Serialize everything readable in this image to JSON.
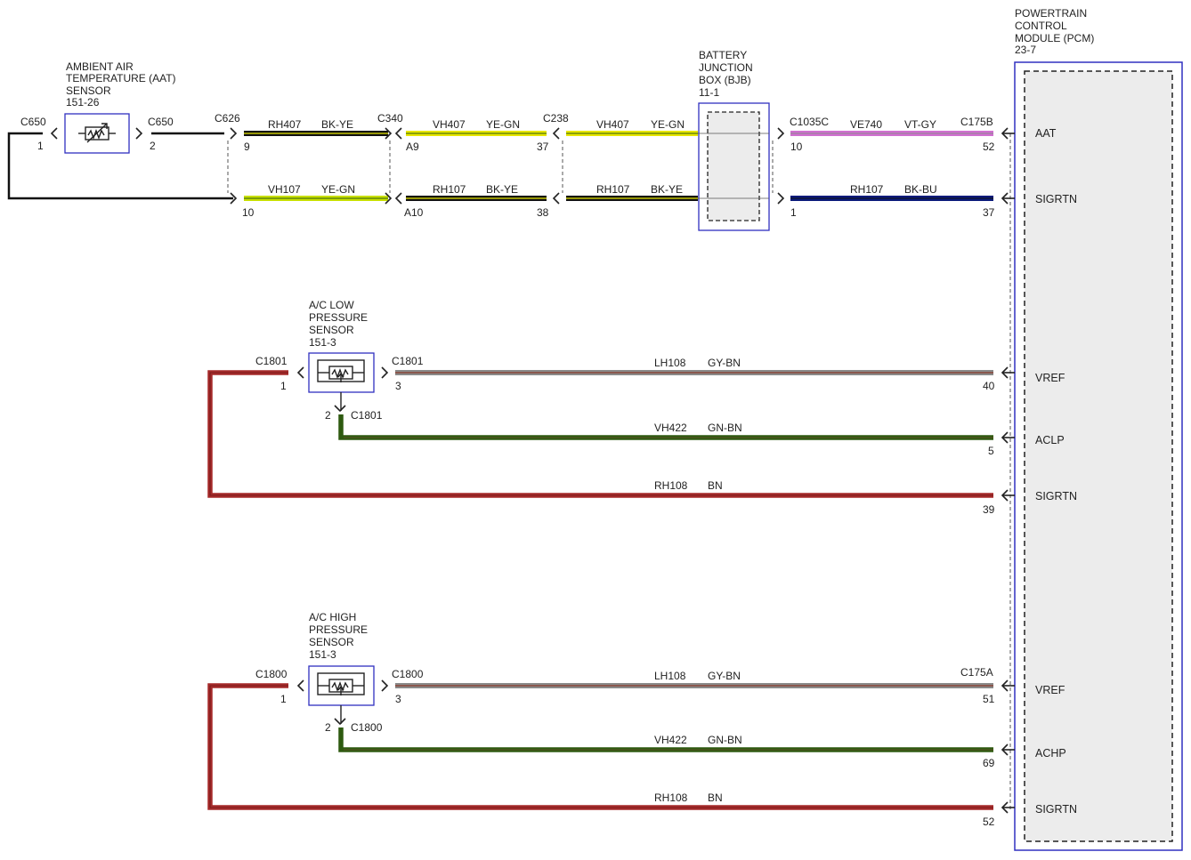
{
  "components": {
    "aat_sensor": [
      "AMBIENT AIR",
      "TEMPERATURE (AAT)",
      "SENSOR",
      "151-26"
    ],
    "bjb": [
      "BATTERY",
      "JUNCTION",
      "BOX (BJB)",
      "11-1"
    ],
    "pcm": [
      "POWERTRAIN",
      "CONTROL",
      "MODULE (PCM)",
      "23-7"
    ],
    "ac_low": [
      "A/C LOW",
      "PRESSURE",
      "SENSOR",
      "151-3"
    ],
    "ac_high": [
      "A/C HIGH",
      "PRESSURE",
      "SENSOR",
      "151-3"
    ]
  },
  "connectors": {
    "c650_left": "C650",
    "c650_left_pin": "1",
    "c650_right": "C650",
    "c650_right_pin": "2",
    "c626": "C626",
    "c626_pin_top": "9",
    "c626_pin_bottom": "10",
    "c340": "C340",
    "c340_pin_top": "A9",
    "c340_pin_bottom": "A10",
    "c238": "C238",
    "c238_pin_top": "37",
    "c238_pin_bottom": "38",
    "c1035c": "C1035C",
    "c1035c_pin_top": "10",
    "c1035c_pin_bottom": "1",
    "c175b": "C175B",
    "c175b_pin_top": "52",
    "c175b_pin_bottom": "37",
    "c1801_left": "C1801",
    "c1801_left_pin": "1",
    "c1801_right": "C1801",
    "c1801_right_pin": "3",
    "c1801_bottom": "C1801",
    "c1801_bottom_pin": "2",
    "c1800_left": "C1800",
    "c1800_left_pin": "1",
    "c1800_right": "C1800",
    "c1800_right_pin": "3",
    "c1800_bottom": "C1800",
    "c1800_bottom_pin": "2",
    "c175a": "C175A"
  },
  "circuits": [
    {
      "id": "RH407",
      "color": "BK-YE"
    },
    {
      "id": "VH407",
      "color": "YE-GN"
    },
    {
      "id": "VH407",
      "color": "YE-GN"
    },
    {
      "id": "VE740",
      "color": "VT-GY"
    },
    {
      "id": "VH107",
      "color": "YE-GN"
    },
    {
      "id": "RH107",
      "color": "BK-YE"
    },
    {
      "id": "RH107",
      "color": "BK-YE"
    },
    {
      "id": "RH107",
      "color": "BK-BU"
    },
    {
      "id": "LH108",
      "color": "GY-BN"
    },
    {
      "id": "VH422",
      "color": "GN-BN"
    },
    {
      "id": "RH108",
      "color": "BN"
    },
    {
      "id": "LH108",
      "color": "GY-BN"
    },
    {
      "id": "VH422",
      "color": "GN-BN"
    },
    {
      "id": "RH108",
      "color": "BN"
    }
  ],
  "pcm_pins": [
    {
      "signal": "AAT",
      "pin": "52"
    },
    {
      "signal": "SIGRTN",
      "pin": "37"
    },
    {
      "signal": "VREF",
      "pin": "40"
    },
    {
      "signal": "ACLP",
      "pin": "5"
    },
    {
      "signal": "SIGRTN",
      "pin": "39"
    },
    {
      "signal": "VREF",
      "pin": "51"
    },
    {
      "signal": "ACHP",
      "pin": "69"
    },
    {
      "signal": "SIGRTN",
      "pin": "52"
    }
  ],
  "wire_colors": {
    "black": "#111111",
    "yellow": "#e7e600",
    "yellow_green": "#c8e000",
    "violet": "#d070d0",
    "blue": "#0a1a7a",
    "gray": "#8a8a8a",
    "brown": "#8a3a2a",
    "green": "#2e5a10",
    "red_brown": "#a52a2a",
    "outline_blue": "#3030c0"
  }
}
